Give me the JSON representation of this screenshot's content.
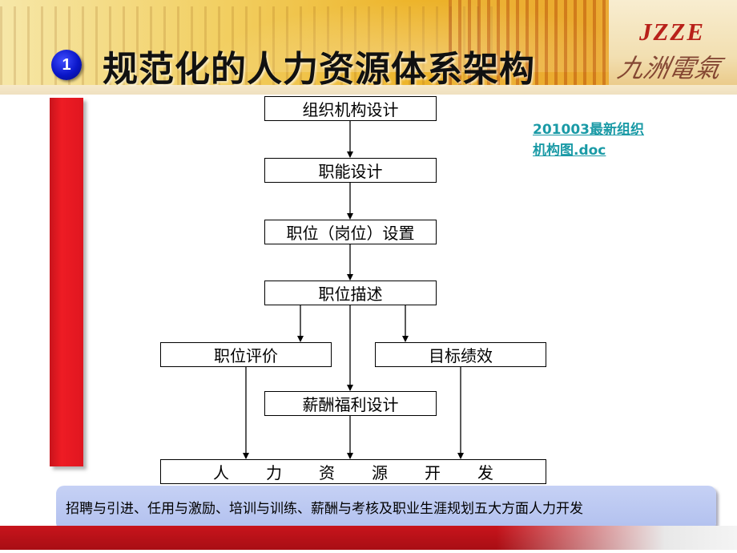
{
  "header": {
    "number": "1",
    "title": "规范化的人力资源体系架构",
    "logo_text": "JZZE",
    "logo_script": "九洲電氣"
  },
  "flow": {
    "org_design": "组织机构设计",
    "function_design": "职能设计",
    "position_setting": "职位（岗位）设置",
    "position_description": "职位描述",
    "position_evaluation": "职位评价",
    "target_performance": "目标绩效",
    "compensation_design": "薪酬福利设计",
    "hr_development": [
      "人",
      "力",
      "资",
      "源",
      "开",
      "发"
    ]
  },
  "link": {
    "line1": "201003最新组织",
    "line2": "机构图.doc"
  },
  "footer": {
    "text": "招聘与引进、任用与激励、培训与训练、薪酬与考核及职业生涯规划五大方面人力开发"
  },
  "colors": {
    "accent_red": "#ee1c24",
    "badge_blue": "#0a16c8",
    "link_teal": "#1a9aa6",
    "footer_band": "#b8c6f0"
  }
}
